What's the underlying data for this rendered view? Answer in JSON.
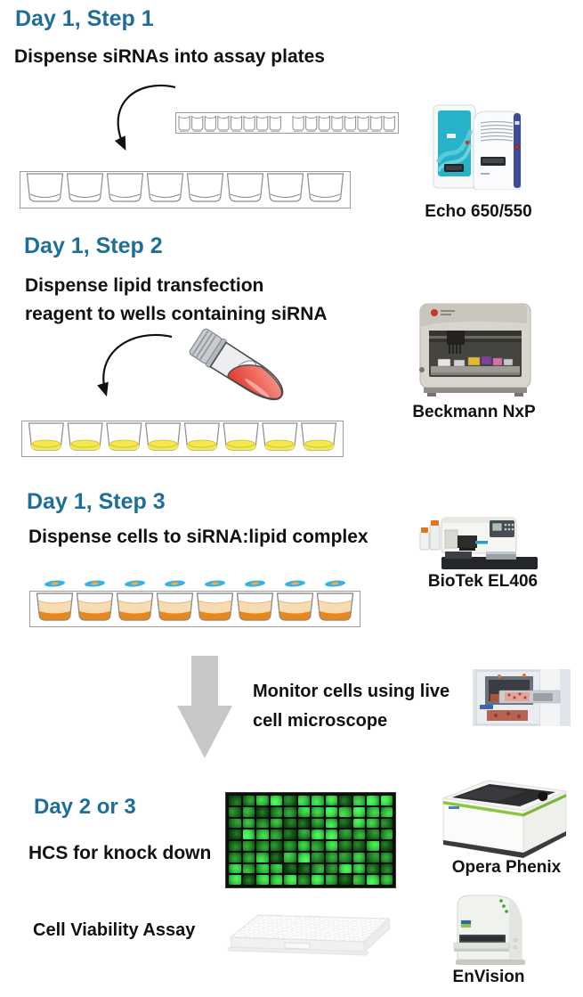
{
  "page": {
    "background": "#ffffff"
  },
  "colors": {
    "heading": "#1e6e99",
    "body_text": "#111111",
    "flow_arrow": "#111111",
    "down_arrow": "#c7c7c7",
    "well_outline": "#8c8c8c",
    "sirna_yellow": "#f3e94e",
    "media_orange_light": "#f7dcb2",
    "media_orange_dark": "#e8871c",
    "cell_blue": "#35b3e6",
    "cell_nucleus_yellow": "#f0a93a",
    "reagent_red": "#e2463a",
    "hcs_green": "#3f9b46"
  },
  "steps": [
    {
      "heading": "Day 1, Step 1",
      "lines": [
        "Dispense siRNAs into assay plates"
      ],
      "equipment": "Echo 650/550"
    },
    {
      "heading": "Day 1, Step 2",
      "lines": [
        "Dispense lipid transfection",
        "reagent to wells containing siRNA"
      ],
      "equipment": "Beckmann NxP"
    },
    {
      "heading": "Day 1, Step 3",
      "lines": [
        "Dispense cells to siRNA:lipid complex"
      ],
      "equipment": "BioTek EL406"
    }
  ],
  "monitor": {
    "lines": [
      "Monitor cells using live",
      "cell microscope"
    ]
  },
  "day2or3": {
    "heading": "Day 2 or 3",
    "hcs": {
      "label": "HCS for knock down",
      "equipment": "Opera Phenix"
    },
    "viability": {
      "label": "Cell Viability Assay",
      "equipment": "EnVision"
    }
  },
  "illustrations": {
    "source_plate_wells": 16,
    "assay_plate_wells": 8,
    "hcs_plate_grid": {
      "cols": 12,
      "rows": 8
    },
    "viability_plate_grid": {
      "cols": 14,
      "rows": 6
    }
  }
}
